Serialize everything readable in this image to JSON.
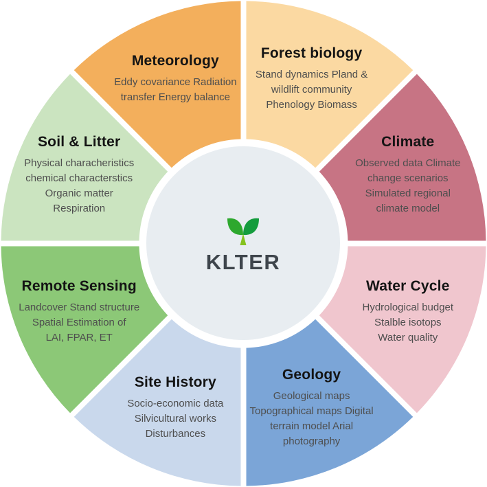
{
  "page_title": "KLTER research domains wheel",
  "center": {
    "label": "KLTER",
    "icon": "sprout-icon",
    "circle_color": "#E8EDF1",
    "label_color": "#3E454C",
    "leaf_left_color": "#2DA82E",
    "leaf_right_color": "#149C3D",
    "stem_color": "#85C21E"
  },
  "wheel": {
    "divider_color": "#FFFFFF",
    "title_color": "#141414",
    "text_color": "#4E4E4E",
    "segments": [
      {
        "name": "forest-biology",
        "title": "Forest biology",
        "lines": [
          "Stand dynamics Pland &",
          "wildlift community",
          "Phenology Biomass"
        ],
        "color": "#FBD9A2",
        "start_angle": 0,
        "end_angle": 45
      },
      {
        "name": "climate",
        "title": "Climate",
        "lines": [
          "Observed data Climate",
          "change scenarios",
          "Simulated regional",
          "climate model"
        ],
        "color": "#C77484",
        "start_angle": 45,
        "end_angle": 90
      },
      {
        "name": "water-cycle",
        "title": "Water Cycle",
        "lines": [
          "Hydrological budget",
          "Stalble isotops",
          "Water quality"
        ],
        "color": "#F0C6CE",
        "start_angle": 90,
        "end_angle": 135
      },
      {
        "name": "geology",
        "title": "Geology",
        "lines": [
          "Geological maps",
          "Topographical maps Digital",
          "terrain model Arial",
          "photography"
        ],
        "color": "#7BA5D7",
        "start_angle": 135,
        "end_angle": 180
      },
      {
        "name": "site-history",
        "title": "Site History",
        "lines": [
          "Socio-economic data",
          "Silvicultural works",
          "Disturbances"
        ],
        "color": "#C9D8EC",
        "start_angle": 180,
        "end_angle": 225
      },
      {
        "name": "remote-sensing",
        "title": "Remote Sensing",
        "lines": [
          "Landcover Stand structure",
          "Spatial Estimation of",
          "LAI, FPAR, ET"
        ],
        "color": "#8CC877",
        "start_angle": 225,
        "end_angle": 270
      },
      {
        "name": "soil-litter",
        "title": "Soil & Litter",
        "lines": [
          "Physical characheristics",
          "chemical characterstics",
          "Organic matter",
          "Respiration"
        ],
        "color": "#CBE4C0",
        "start_angle": 270,
        "end_angle": 315
      },
      {
        "name": "meteorology",
        "title": "Meteorology",
        "lines": [
          "Eddy covariance Radiation",
          "transfer Energy balance"
        ],
        "color": "#F3AF5C",
        "start_angle": 315,
        "end_angle": 360
      }
    ]
  }
}
